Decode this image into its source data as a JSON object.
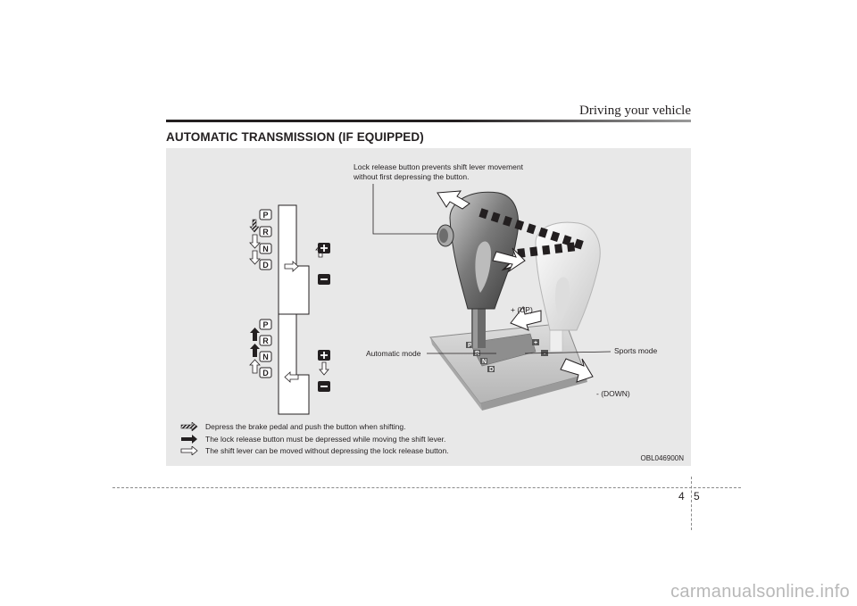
{
  "header": {
    "section": "Driving your vehicle",
    "title": "AUTOMATIC TRANSMISSION (IF EQUIPPED)"
  },
  "figure": {
    "callouts": {
      "lock_release_line1": "Lock release button prevents shift lever movement",
      "lock_release_line2": "without first depressing the button.",
      "up": "+ (UP)",
      "automatic_mode": "Automatic mode",
      "sports_mode": "Sports mode",
      "down": "- (DOWN)"
    },
    "gate_positions": [
      "P",
      "R",
      "N",
      "D"
    ],
    "sport_symbols": {
      "plus": "+",
      "minus": "−"
    },
    "legend": [
      {
        "icon": "hatched-arrow-icon",
        "text": "Depress the brake pedal and push the button when shifting."
      },
      {
        "icon": "solid-arrow-icon",
        "text": "The lock release button must be depressed while moving the shift lever."
      },
      {
        "icon": "outline-arrow-icon",
        "text": "The shift lever can be moved without depressing the lock release button."
      }
    ],
    "code": "OBL046900N"
  },
  "footer": {
    "chapter": "4",
    "page": "5"
  },
  "watermark": "carmanualsonline.info"
}
